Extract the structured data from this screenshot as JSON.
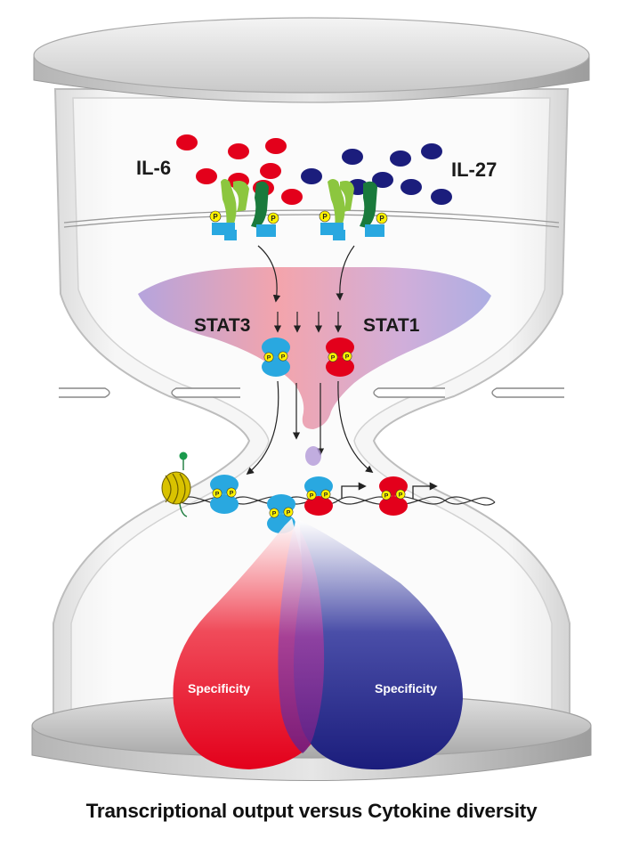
{
  "labels": {
    "cytokine_left": "IL-6",
    "cytokine_right": "IL-27",
    "stat_left": "STAT3",
    "stat_right": "STAT1",
    "specificity_left": "Specificity",
    "specificity_right": "Specificity",
    "phospho": "P"
  },
  "caption": "Transcriptional output versus Cytokine diversity",
  "colors": {
    "il6_red": "#e3001b",
    "il27_blue": "#1b1d7c",
    "stat3_blue": "#29a8e0",
    "stat1_red": "#e3001b",
    "receptor_light_green": "#8cc63f",
    "receptor_dark_green": "#1a7a3c",
    "phospho_yellow": "#fff200",
    "nucleosome_yellow": "#d9c200",
    "funnel_purple": "#a98ad6"
  }
}
